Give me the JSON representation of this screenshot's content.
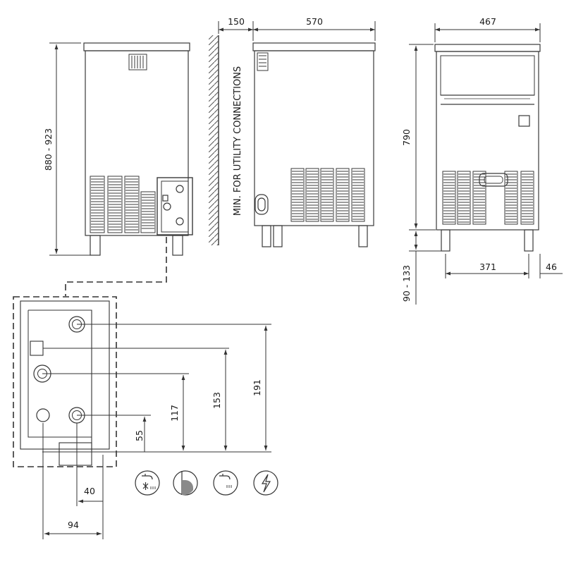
{
  "dimensions": {
    "height_range": "880 - 923",
    "clearance": "150",
    "depth": "570",
    "width": "467",
    "body_height": "790",
    "leg_height_range": "90 - 133",
    "leg_span": "371",
    "leg_offset": "46",
    "conn_height_1": "55",
    "conn_height_2": "117",
    "conn_height_3": "153",
    "conn_height_4": "191",
    "conn_offset_1": "40",
    "conn_offset_2": "94"
  },
  "wall_label": "MIN. FOR UTILITY CONNECTIONS",
  "connection_icons": [
    "cold-water-inlet-icon",
    "drain-icon",
    "water-inlet-icon",
    "electrical-supply-icon"
  ],
  "colors": {
    "line": "#3a3a3a",
    "text": "#1a1a1a",
    "drain_fill": "#8a8a8a"
  }
}
